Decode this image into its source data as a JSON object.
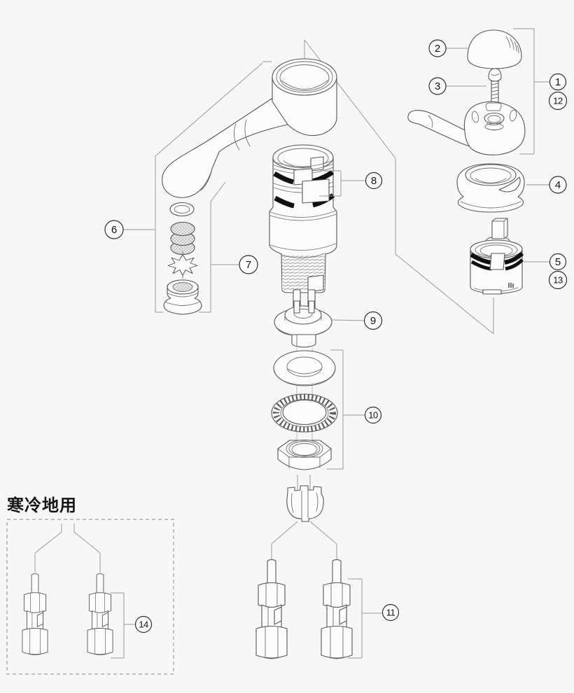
{
  "diagram": {
    "cold_region_label": "寒冷地用",
    "callouts": [
      {
        "label": "1"
      },
      {
        "label": "2"
      },
      {
        "label": "3"
      },
      {
        "label": "4"
      },
      {
        "label": "5"
      },
      {
        "label": "6"
      },
      {
        "label": "7"
      },
      {
        "label": "8"
      },
      {
        "label": "9"
      },
      {
        "label": "10"
      },
      {
        "label": "11"
      },
      {
        "label": "12"
      },
      {
        "label": "13"
      },
      {
        "label": "14"
      }
    ]
  }
}
